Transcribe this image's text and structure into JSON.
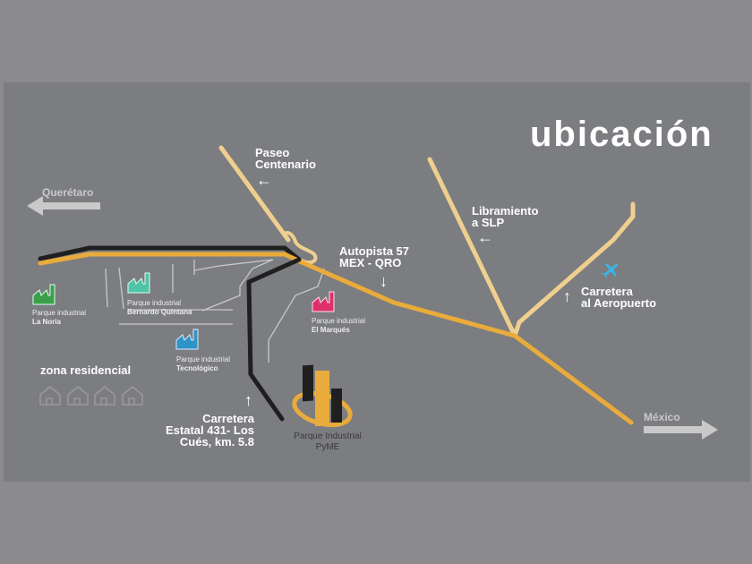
{
  "title": "ubicación",
  "directions": {
    "queretaro": "Querétaro",
    "mexico": "México"
  },
  "roads": {
    "paseo": "Paseo\nCentenario",
    "autopista": "Autopista 57\nMEX - QRO",
    "libramiento": "Libramiento\na SLP",
    "aeropuerto": "Carretera\nal Aeropuerto",
    "estatal": "Carretera\nEstatal 431- Los\nCués, km. 5.8"
  },
  "parks": [
    {
      "prefix": "Parque industrial",
      "name": "La Noria",
      "color": "#3aa04a"
    },
    {
      "prefix": "Parque industrial",
      "name": "Bernardo Quintana",
      "color": "#4fc4a8"
    },
    {
      "prefix": "Parque industrial",
      "name": "Tecnológico",
      "color": "#2f93c8"
    },
    {
      "prefix": "Parque industrial",
      "name": "El Marqués",
      "color": "#e0306a"
    }
  ],
  "zona": "zona residencial",
  "logo": {
    "line1": "Parque Industrial",
    "line2": "PyME"
  },
  "colors": {
    "light_road": "#efcf8f",
    "main_road": "#e9ab3b",
    "black_road": "#1f1f1f",
    "airport": "#3bb4e6"
  }
}
